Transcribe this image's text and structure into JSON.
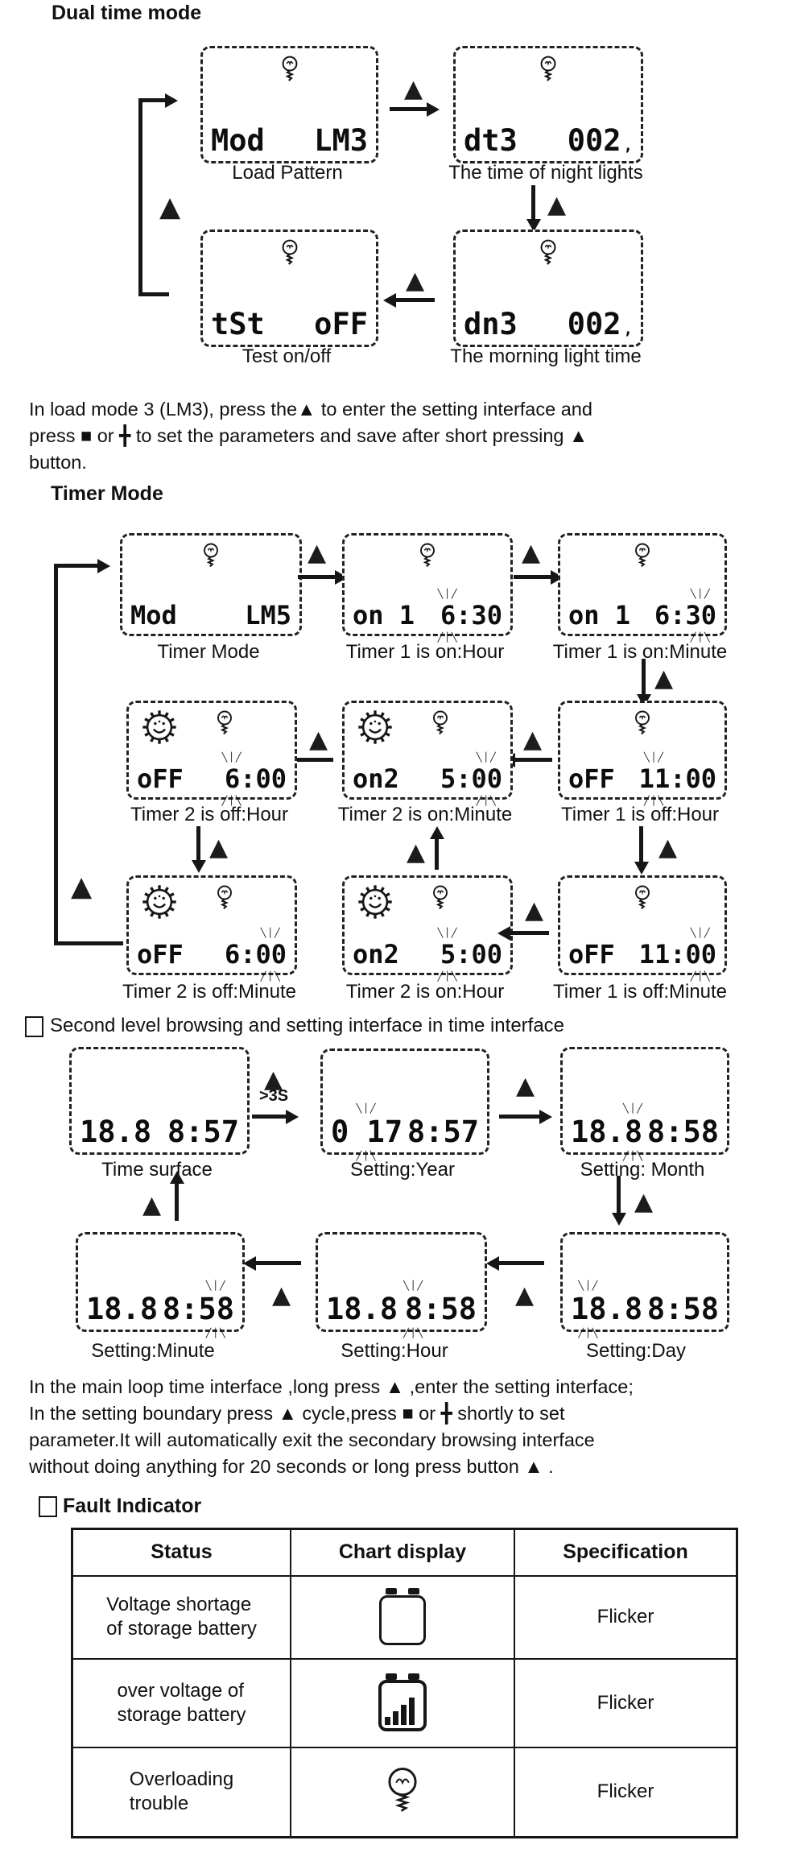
{
  "icons": {
    "up_triangle": "▲",
    "bulb": "bulb-icon",
    "sun": "sun-icon",
    "battery_low": "battery-low-icon",
    "battery_high": "battery-overvoltage-icon"
  },
  "headings": {
    "dual": "Dual time mode",
    "timer": "Timer Mode",
    "second_level": "Second level browsing and setting interface in time interface",
    "fault": "Fault Indicator"
  },
  "labels": {
    "hold_3s": ">3S"
  },
  "dual": {
    "paragraph": [
      "In load mode 3 (LM3), press the▲  to enter the setting interface and",
      "press ■ or ╋ to set the parameters and save after short pressing ▲",
      "button."
    ],
    "panels": {
      "load_pattern": {
        "l": "Mod",
        "r": "LM3",
        "caption": "Load Pattern"
      },
      "night_lights": {
        "l": "dt3",
        "r": "002",
        "sfx": ",",
        "caption": "The time of night lights"
      },
      "morning_light": {
        "l": "dn3",
        "r": "002",
        "sfx": ",",
        "caption": "The morning light time"
      },
      "test_onoff": {
        "l": "tSt",
        "r": "oFF",
        "caption": "Test  on/off"
      }
    }
  },
  "timer": {
    "panels": {
      "mode": {
        "l": "Mod",
        "r_pre": "LM5",
        "r_flash": "",
        "r_post": "",
        "caption": "Timer Mode"
      },
      "t1_on_hour": {
        "l": "on 1",
        "r_pre": "",
        "r_flash": "6",
        "r_post": ":30",
        "caption": "Timer 1 is on:Hour"
      },
      "t1_on_min": {
        "l": "on 1",
        "r_pre": "6:",
        "r_flash": "30",
        "r_post": "",
        "caption": "Timer 1 is on:Minute"
      },
      "t1_off_hour": {
        "l": "oFF",
        "r_pre": "",
        "r_flash": "11",
        "r_post": ":00",
        "caption": "Timer 1 is off:Hour"
      },
      "t2_on_min": {
        "l": "on2",
        "r_pre": "5:",
        "r_flash": "00",
        "r_post": "",
        "caption": "Timer 2 is on:Minute"
      },
      "t2_off_hour": {
        "l": "oFF",
        "r_pre": "",
        "r_flash": "6",
        "r_post": ":00",
        "caption": "Timer 2 is off:Hour"
      },
      "t2_off_min": {
        "l": "oFF",
        "r_pre": "6:",
        "r_flash": "00",
        "r_post": "",
        "caption": "Timer 2 is off:Minute"
      },
      "t2_on_hour": {
        "l": "on2",
        "r_pre": "",
        "r_flash": "5",
        "r_post": ":00",
        "caption": "Timer 2 is on:Hour"
      },
      "t1_off_min": {
        "l": "oFF",
        "r_pre": "11:",
        "r_flash": "00",
        "r_post": "",
        "caption": "Timer 1 is off:Minute"
      }
    }
  },
  "time": {
    "panels": {
      "surface": {
        "l_pre": "18.8",
        "l_flash": "",
        "l_post": "",
        "r_pre": "8:57",
        "r_flash": "",
        "r_post": "",
        "caption": "Time surface"
      },
      "year": {
        "l_pre": "",
        "l_flash": "0 17",
        "l_post": "",
        "r_pre": "8:57",
        "r_flash": "",
        "r_post": "",
        "caption": "Setting:Year"
      },
      "month": {
        "l_pre": "18.",
        "l_flash": "8",
        "l_post": "",
        "r_pre": "8:58",
        "r_flash": "",
        "r_post": "",
        "caption": "Setting: Month"
      },
      "day": {
        "l_pre": "",
        "l_flash": "18",
        "l_post": ".8",
        "r_pre": "8:58",
        "r_flash": "",
        "r_post": "",
        "caption": "Setting:Day"
      },
      "hour": {
        "l_pre": "18.8",
        "l_flash": "",
        "l_post": "",
        "r_pre": "",
        "r_flash": "8",
        "r_post": ":58",
        "caption": "Setting:Hour"
      },
      "minute": {
        "l_pre": "18.8",
        "l_flash": "",
        "l_post": "",
        "r_pre": "8:",
        "r_flash": "58",
        "r_post": "",
        "caption": "Setting:Minute"
      }
    },
    "paragraph": [
      "In the main loop time interface ,long press ▲ ,enter the setting interface;",
      "In the setting boundary press ▲  cycle,press ■  or ╋ shortly to set",
      "parameter.It will automatically exit the secondary browsing interface",
      "without doing anything for 20 seconds or long press button ▲ ."
    ]
  },
  "fault_table": {
    "headers": [
      "Status",
      "Chart display",
      "Specification"
    ],
    "rows": [
      {
        "status_lines": [
          "Voltage shortage",
          "of storage battery"
        ],
        "icon": "battery-low-icon",
        "spec": "Flicker"
      },
      {
        "status_lines": [
          "over voltage of",
          "storage battery"
        ],
        "icon": "battery-overvoltage-icon",
        "spec": "Flicker"
      },
      {
        "status_lines": [
          "Overloading",
          "trouble"
        ],
        "icon": "bulb-icon",
        "spec": "Flicker"
      }
    ]
  }
}
